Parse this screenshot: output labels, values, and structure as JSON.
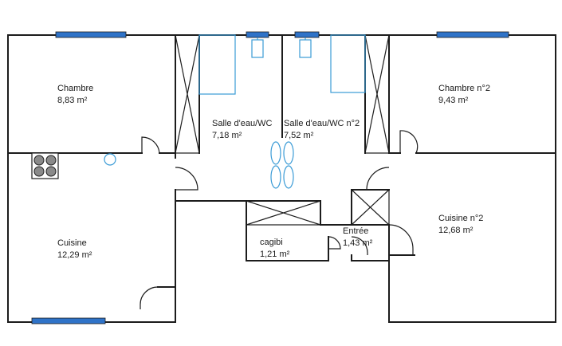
{
  "colors": {
    "wall": "#1c1c1c",
    "window": "#2f73c8",
    "fixture": "#3a9bd6",
    "background": "#ffffff"
  },
  "rooms": [
    {
      "name": "Chambre",
      "area": "8,83  m²"
    },
    {
      "name": "Salle d'eau/WC",
      "area": "7,18  m²"
    },
    {
      "name": "Salle d'eau/WC n°2",
      "area": "7,52  m²"
    },
    {
      "name": "Chambre n°2",
      "area": "9,43  m²"
    },
    {
      "name": "Cuisine",
      "area": "12,29  m²"
    },
    {
      "name": "cagibi",
      "area": "1,21  m²"
    },
    {
      "name": "Entrée",
      "area": "1,43  m²"
    },
    {
      "name": "Cuisine n°2",
      "area": "12,68  m²"
    }
  ],
  "icons": {
    "stove": "stove-icon",
    "sink": "sink-icon",
    "bathtub": "bathtub-icon",
    "toilet": "toilet-icon",
    "washbasin": "washbasin-icon",
    "window": "window-icon",
    "door": "door-swing-icon",
    "duct": "shaft-icon"
  }
}
